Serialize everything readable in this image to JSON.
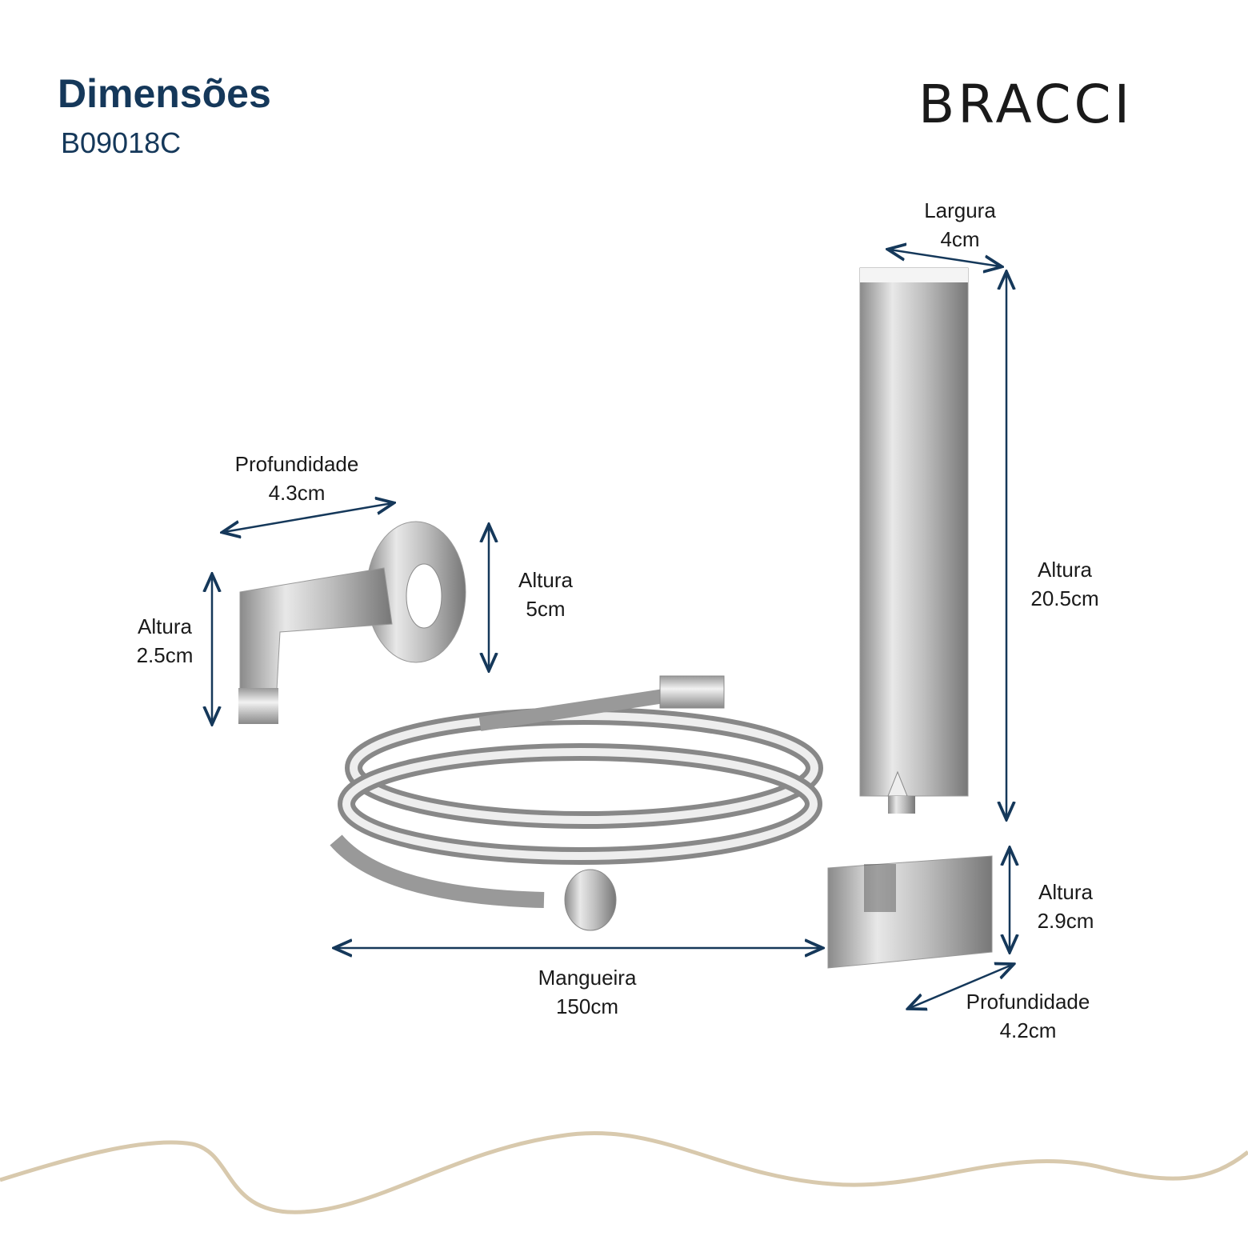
{
  "header": {
    "title": "Dimensões",
    "product_code": "B09018C",
    "brand": "BRACCI"
  },
  "dimensions": {
    "shower_width": {
      "label": "Largura",
      "value": "4cm"
    },
    "shower_height": {
      "label": "Altura",
      "value": "20.5cm"
    },
    "arm_depth": {
      "label": "Profundidade",
      "value": "4.3cm"
    },
    "flange_height": {
      "label": "Altura",
      "value": "5cm"
    },
    "arm_height": {
      "label": "Altura",
      "value": "2.5cm"
    },
    "hose_length": {
      "label": "Mangueira",
      "value": "150cm"
    },
    "holder_height": {
      "label": "Altura",
      "value": "2.9cm"
    },
    "holder_depth": {
      "label": "Profundidade",
      "value": "4.2cm"
    }
  },
  "colors": {
    "accent": "#15385a",
    "wave": "#d8c9ad"
  }
}
